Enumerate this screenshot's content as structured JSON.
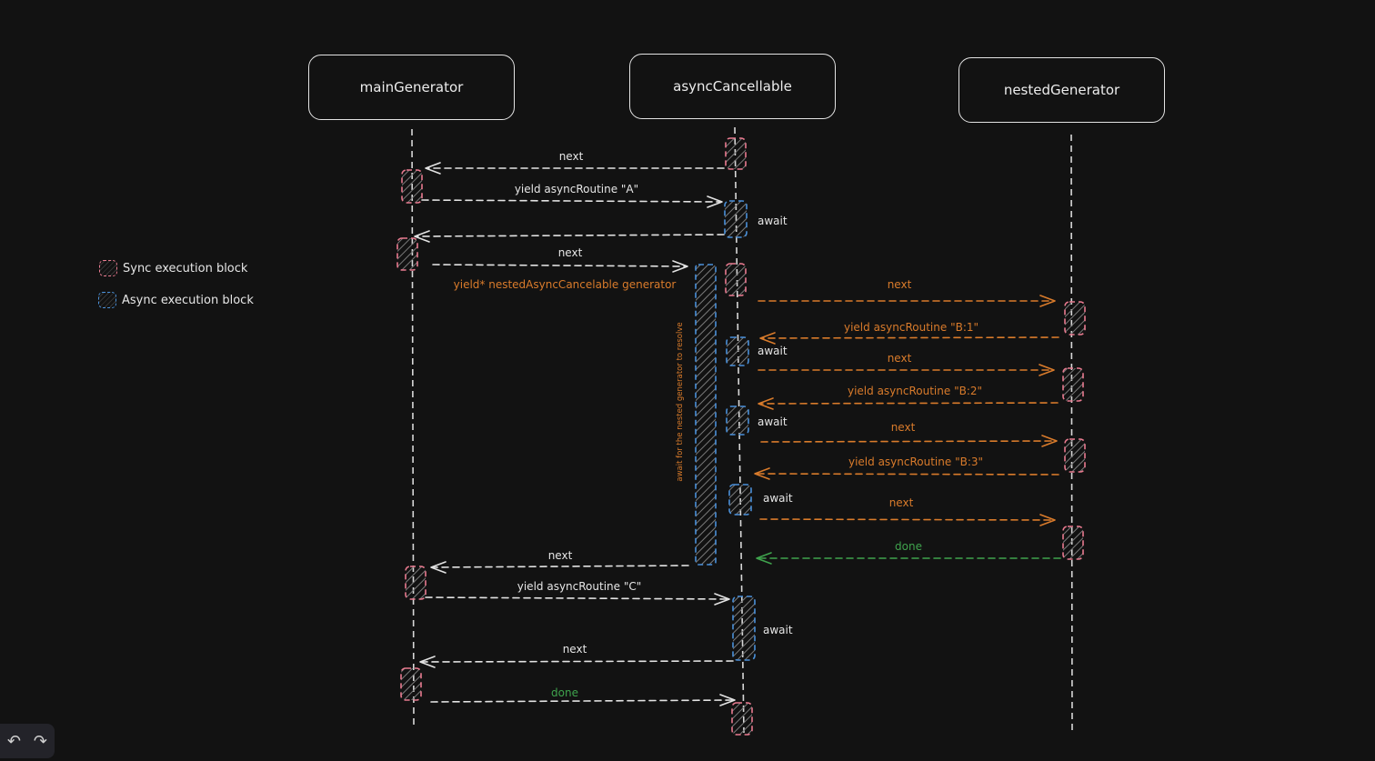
{
  "participants": {
    "main": "mainGenerator",
    "async": "asyncCancellable",
    "nested": "nestedGenerator"
  },
  "legend": {
    "sync": "Sync execution block",
    "async": "Async execution block"
  },
  "messages": {
    "m1": "next",
    "m2": "yield asyncRoutine \"A\"",
    "m3": "next",
    "m4": "yield* nestedAsyncCancelable generator",
    "m5": "next",
    "m6": "yield asyncRoutine \"B:1\"",
    "m7": "next",
    "m8": "yield asyncRoutine \"B:2\"",
    "m9": "next",
    "m10": "yield asyncRoutine \"B:3\"",
    "m11": "next",
    "m12": "done",
    "m13": "next",
    "m14": "yield asyncRoutine \"C\"",
    "m15": "next",
    "m16": "done"
  },
  "await_labels": {
    "a1": "await",
    "a2": "await",
    "a3": "await",
    "a4": "await",
    "a5": "await"
  },
  "vertical_note": "await for the nested generator to resolve",
  "colors": {
    "background": "#121212",
    "line": "#e3e3e3",
    "sync": "#e87a8f",
    "async": "#4a90d9",
    "orange": "#d97b2b",
    "green": "#3fa34d"
  },
  "toolbar": {
    "undo_icon": "↶",
    "redo_icon": "↷"
  }
}
